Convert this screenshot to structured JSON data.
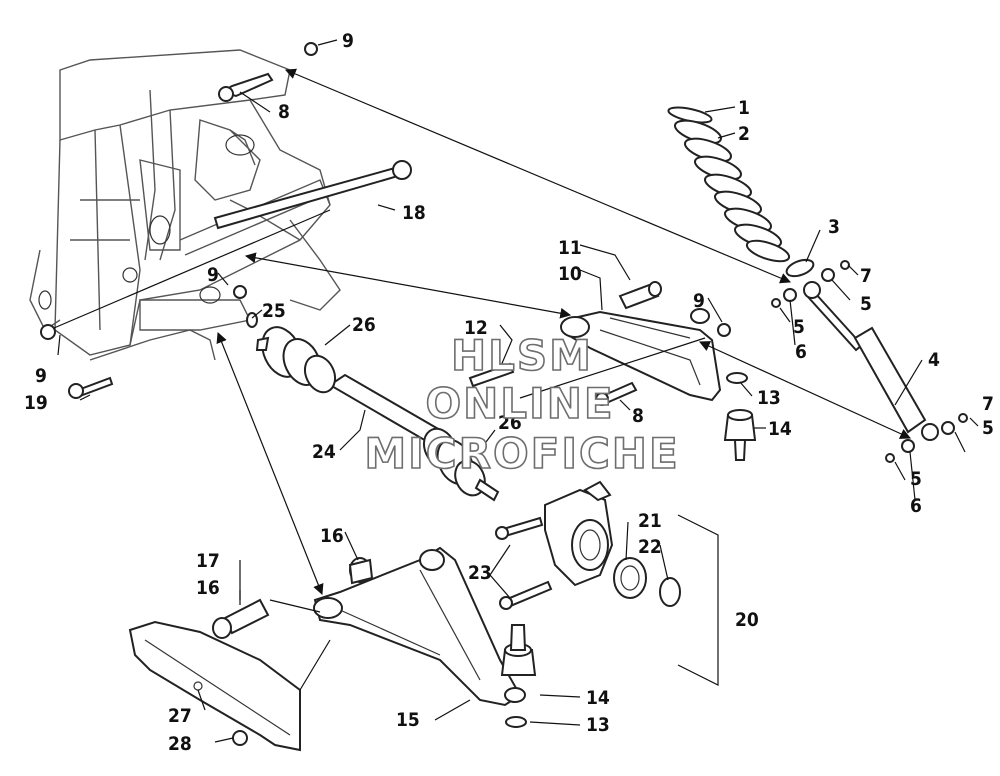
{
  "callouts": {
    "c1": "1",
    "c2": "2",
    "c3": "3",
    "c4": "4",
    "c5a": "5",
    "c5b": "5",
    "c5c": "5",
    "c5d": "5",
    "c6a": "6",
    "c6b": "6",
    "c7a": "7",
    "c7b": "7",
    "c8a": "8",
    "c8b": "8",
    "c9a": "9",
    "c9b": "9",
    "c9c": "9",
    "c9d": "9",
    "c10": "10",
    "c11": "11",
    "c12": "12",
    "c13a": "13",
    "c13b": "13",
    "c14a": "14",
    "c14b": "14",
    "c15": "15",
    "c16a": "16",
    "c16b": "16",
    "c17": "17",
    "c18": "18",
    "c19": "19",
    "c20": "20",
    "c21": "21",
    "c22": "22",
    "c23": "23",
    "c24": "24",
    "c25": "25",
    "c26a": "26",
    "c26b": "26",
    "c27": "27",
    "c28": "28"
  },
  "watermark": {
    "line1": "HLSM",
    "line2": "ONLINE",
    "line3": "MICROFICHE"
  }
}
